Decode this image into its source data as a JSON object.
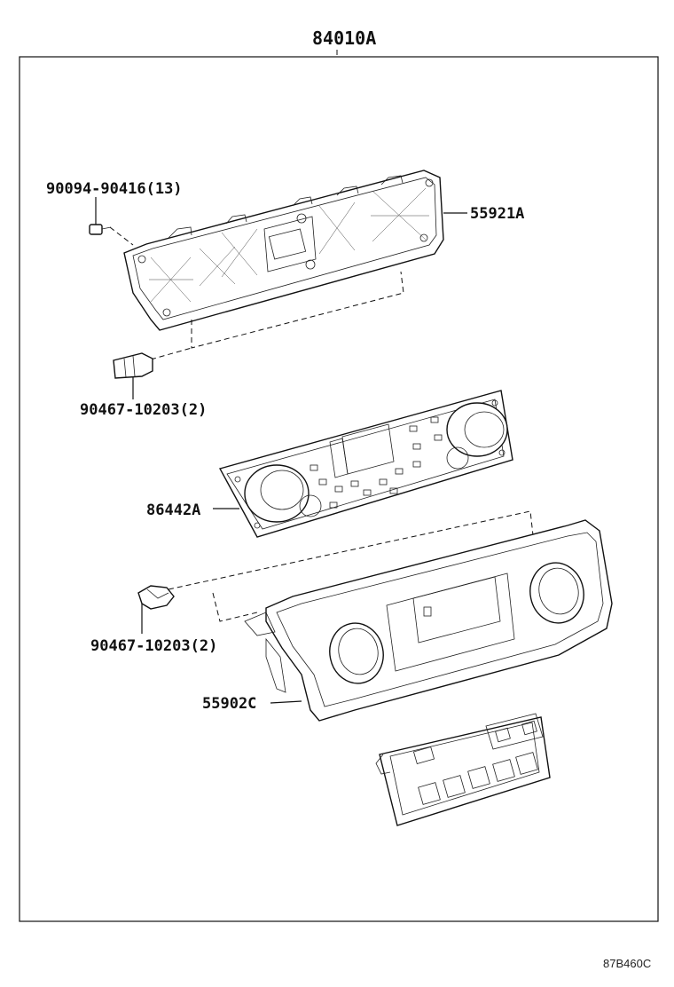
{
  "diagram": {
    "assembly_number": "84010A",
    "parts": [
      {
        "id": "p1",
        "number": "90094-90416",
        "qty": "(13)"
      },
      {
        "id": "p2",
        "number": "55921A",
        "qty": ""
      },
      {
        "id": "p3",
        "number": "90467-10203",
        "qty": "(2)"
      },
      {
        "id": "p4",
        "number": "86442A",
        "qty": ""
      },
      {
        "id": "p5",
        "number": "90467-10203",
        "qty": "(2)"
      },
      {
        "id": "p6",
        "number": "55902C",
        "qty": ""
      }
    ],
    "illustration_code": "87B460C"
  }
}
